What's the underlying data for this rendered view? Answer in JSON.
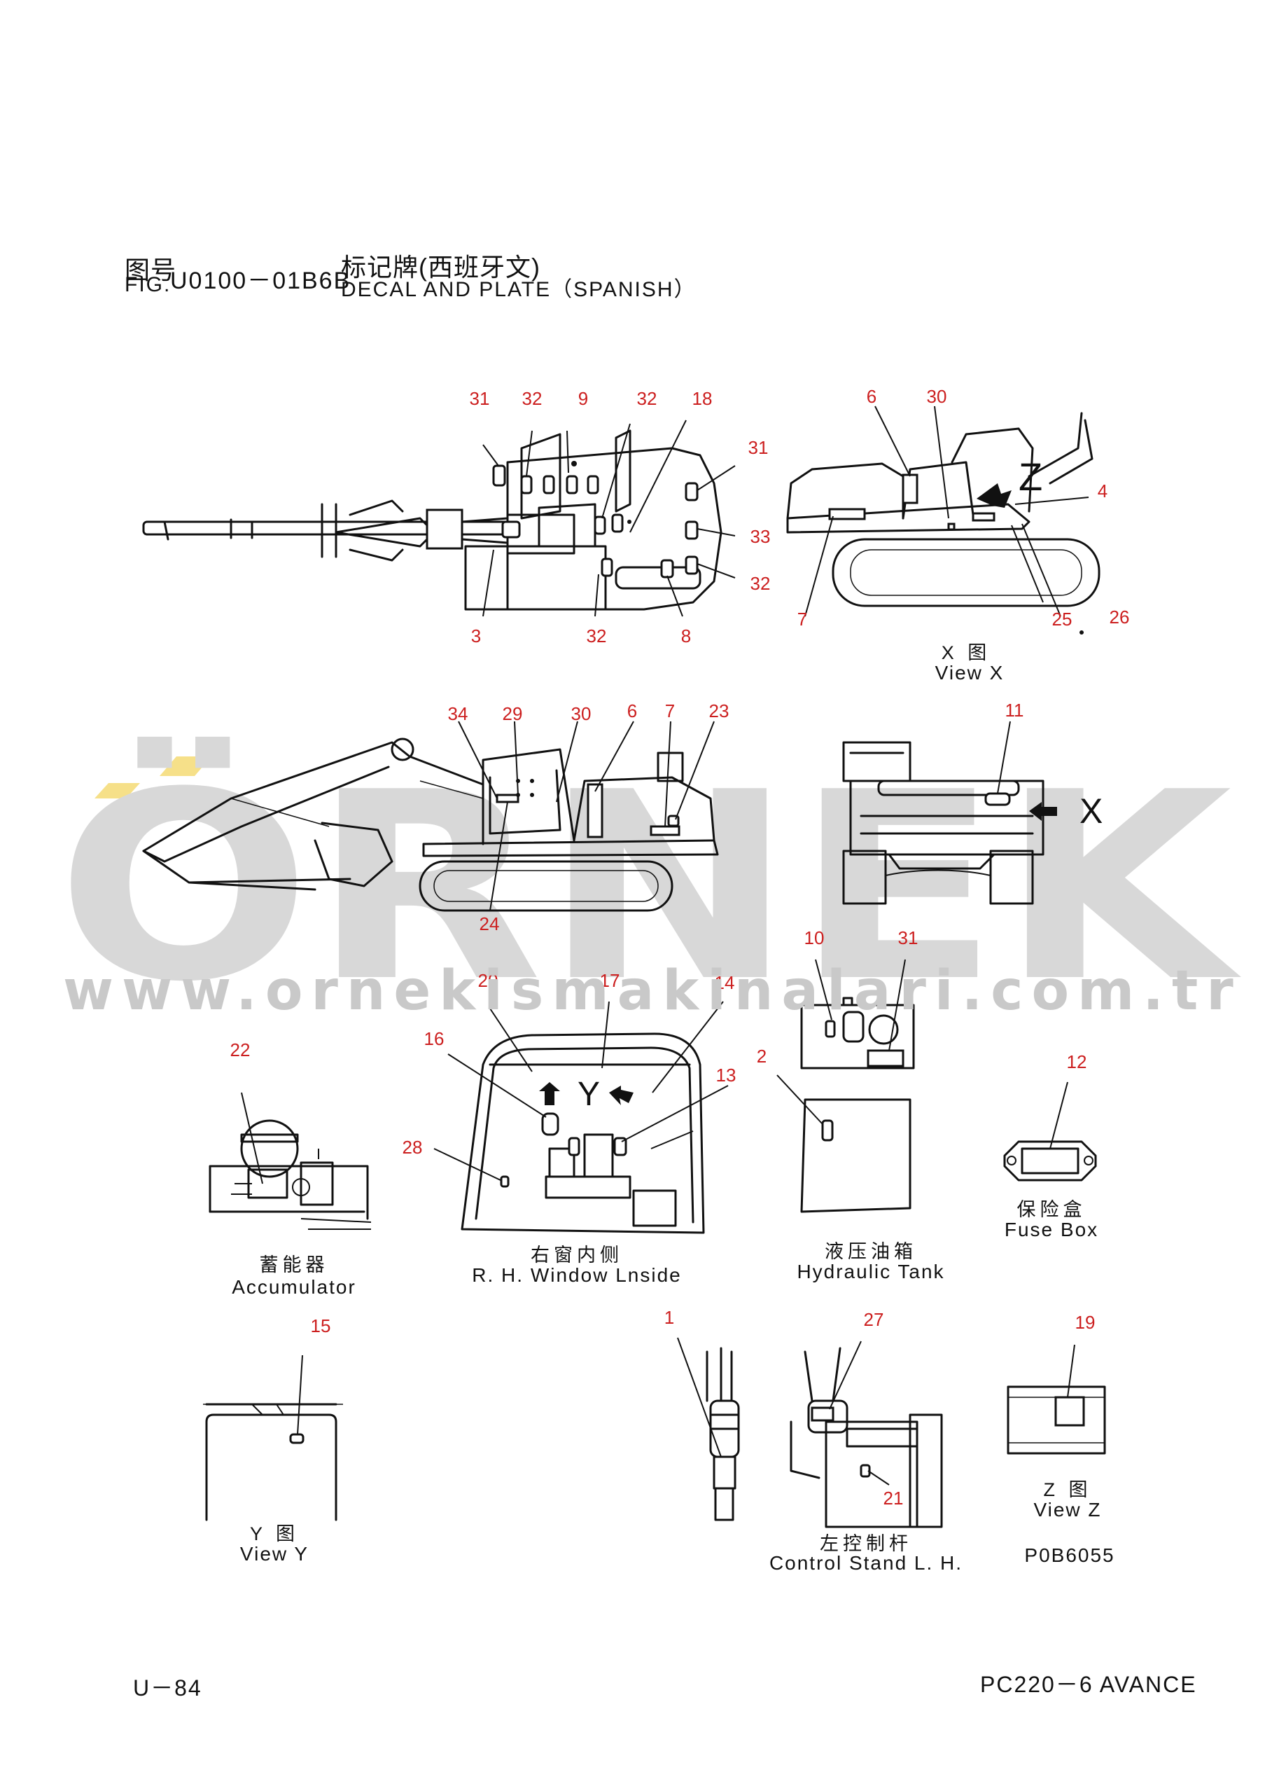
{
  "header": {
    "fig_label_cn": "图号",
    "fig_label_en": "FIG.",
    "fig_number": "U0100－01B6B",
    "title_cn": "标记牌(西班牙文)",
    "title_en": "DECAL AND PLATE（SPANISH）"
  },
  "watermark": {
    "brand": "ÖRNEK",
    "url": "www.ornekismakinalari.com.tr",
    "colors": {
      "letters": "#d8d8d8",
      "accent": "#f6e089"
    }
  },
  "callout_color": "#cc1f1f",
  "views": {
    "top": {
      "callouts": [
        "31",
        "32",
        "9",
        "32",
        "18",
        "31",
        "33",
        "32",
        "3",
        "32",
        "8"
      ]
    },
    "x": {
      "label_cn": "X 图",
      "label_en": "View X",
      "callouts": [
        "6",
        "30",
        "4",
        "7",
        "25",
        "26"
      ]
    },
    "side": {
      "callouts": [
        "34",
        "29",
        "30",
        "6",
        "7",
        "23",
        "24"
      ]
    },
    "front": {
      "callouts": [
        "11"
      ],
      "arrow_label": "X"
    },
    "battery": {
      "callouts": [
        "10",
        "31"
      ]
    },
    "accumulator": {
      "label_cn": "蓄能器",
      "label_en": "Accumulator",
      "callouts": [
        "22"
      ]
    },
    "window": {
      "label_cn": "右窗内侧",
      "label_en": "R. H. Window Lnside",
      "callouts": [
        "20",
        "17",
        "14",
        "16",
        "13",
        "28"
      ],
      "arrow_label": "Y"
    },
    "tank": {
      "label_cn": "液压油箱",
      "label_en": "Hydraulic Tank",
      "callouts": [
        "2"
      ]
    },
    "fuse": {
      "label_cn": "保险盒",
      "label_en": "Fuse Box",
      "callouts": [
        "12"
      ]
    },
    "y": {
      "label_cn": "Y 图",
      "label_en": "View Y",
      "callouts": [
        "15"
      ]
    },
    "lever": {
      "callouts": [
        "1"
      ]
    },
    "control": {
      "label_cn": "左控制杆",
      "label_en": "Control Stand L. H.",
      "callouts": [
        "27",
        "21"
      ]
    },
    "z": {
      "label_cn": "Z 图",
      "label_en": "View Z",
      "callouts": [
        "19"
      ],
      "arrow_label": "Z"
    }
  },
  "drawing_code": "P0B6055",
  "footer": {
    "page": "U－84",
    "model": "PC220－6 AVANCE"
  }
}
